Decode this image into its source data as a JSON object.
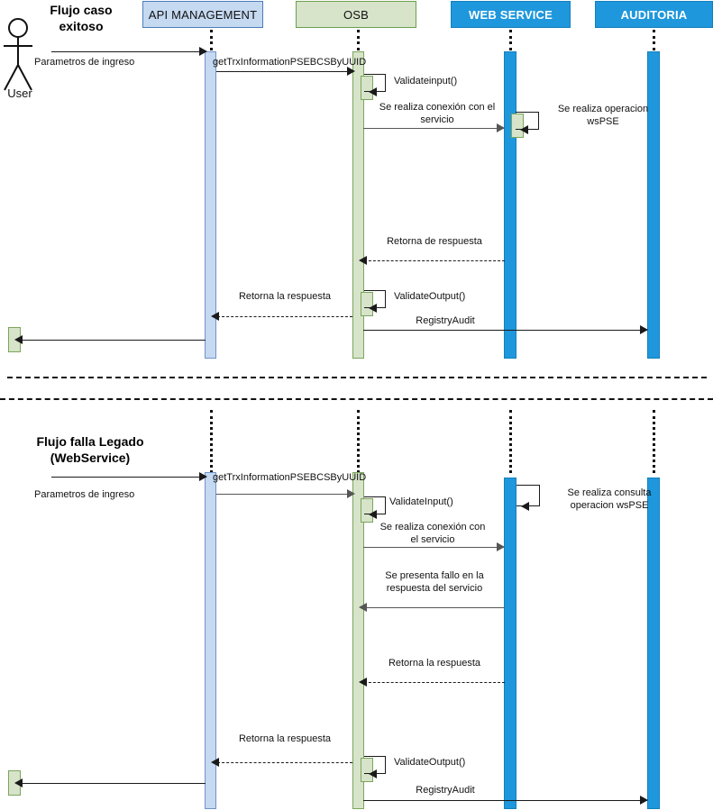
{
  "diagram": {
    "kind": "uml-sequence-diagram",
    "actor": {
      "name": "User"
    },
    "lifelines": [
      {
        "id": "api",
        "label": "API MANAGEMENT",
        "color": "#c5d9f1",
        "border": "#4a7ebb",
        "text_color": "#101010"
      },
      {
        "id": "osb",
        "label": "OSB",
        "color": "#d7e4ca",
        "border": "#6d9e4f",
        "text_color": "#101010"
      },
      {
        "id": "ws",
        "label": "WEB SERVICE",
        "color": "#1f97dc",
        "border": "#1380bd",
        "text_color": "#ffffff"
      },
      {
        "id": "aud",
        "label": "AUDITORIA",
        "color": "#1f97dc",
        "border": "#1380bd",
        "text_color": "#ffffff"
      }
    ],
    "flows": [
      {
        "id": "flow-success",
        "title": "Flujo caso\nexitoso",
        "messages": [
          {
            "id": "m1",
            "label": "Parametros de ingreso",
            "from": "user",
            "to": "api",
            "style": "solid"
          },
          {
            "id": "m2",
            "label": "getTrxInformationPSEBCSByUUID",
            "from": "api",
            "to": "osb",
            "style": "solid"
          },
          {
            "id": "m3",
            "label": "Validateinput()",
            "from": "osb",
            "to": "osb",
            "style": "self"
          },
          {
            "id": "m4",
            "label": "Se realiza conexión con el\nservicio",
            "from": "osb",
            "to": "ws",
            "style": "solid"
          },
          {
            "id": "m5",
            "label": "Se realiza  operacion\nwsPSE",
            "from": "ws",
            "to": "ws",
            "style": "self"
          },
          {
            "id": "m6",
            "label": "Retorna de respuesta",
            "from": "ws",
            "to": "osb",
            "style": "dashed"
          },
          {
            "id": "m7",
            "label": "ValidateOutput()",
            "from": "osb",
            "to": "osb",
            "style": "self"
          },
          {
            "id": "m8",
            "label": "Retorna la respuesta",
            "from": "osb",
            "to": "api",
            "style": "dashed"
          },
          {
            "id": "m9",
            "label": "RegistryAudit",
            "from": "osb",
            "to": "aud",
            "style": "solid"
          },
          {
            "id": "m10",
            "label": "",
            "from": "api",
            "to": "user",
            "style": "solid"
          }
        ]
      },
      {
        "id": "flow-failure",
        "title": "Flujo falla Legado\n(WebService)",
        "messages": [
          {
            "id": "n1",
            "label": "Parametros de ingreso",
            "from": "user",
            "to": "api",
            "style": "solid"
          },
          {
            "id": "n2",
            "label": "getTrxInformationPSEBCSByUUID",
            "from": "api",
            "to": "osb",
            "style": "solid"
          },
          {
            "id": "n3",
            "label": "ValidateInput()",
            "from": "osb",
            "to": "osb",
            "style": "self"
          },
          {
            "id": "n4",
            "label": "Se realiza conexión con\nel servicio",
            "from": "osb",
            "to": "ws",
            "style": "solid"
          },
          {
            "id": "n5",
            "label": "Se realiza consulta\noperacion wsPSE",
            "from": "ws",
            "to": "ws",
            "style": "self"
          },
          {
            "id": "n6",
            "label": "Se presenta fallo en la\nrespuesta del servicio",
            "from": "ws",
            "to": "osb",
            "style": "solid"
          },
          {
            "id": "n7",
            "label": "Retorna la respuesta",
            "from": "ws",
            "to": "osb",
            "style": "dashed"
          },
          {
            "id": "n8",
            "label": "Retorna la respuesta",
            "from": "osb",
            "to": "api",
            "style": "dashed"
          },
          {
            "id": "n9",
            "label": "ValidateOutput()",
            "from": "osb",
            "to": "osb",
            "style": "self"
          },
          {
            "id": "n10",
            "label": "RegistryAudit",
            "from": "osb",
            "to": "aud",
            "style": "solid"
          },
          {
            "id": "n11",
            "label": "",
            "from": "api",
            "to": "user",
            "style": "solid"
          }
        ]
      }
    ]
  }
}
